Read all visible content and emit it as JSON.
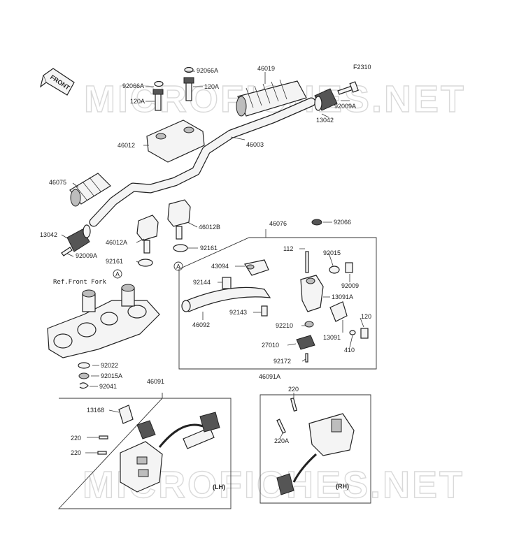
{
  "diagram": {
    "code": "F2310",
    "front_label": "FRONT",
    "watermark": "MICROFICHES.NET",
    "ref_note": "Ref.Front Fork",
    "circle_ref": "A",
    "side_lh": "(LH)",
    "side_rh": "(RH)"
  },
  "labels": {
    "p92066A_left": "92066A",
    "p92066A_right": "92066A",
    "p120A_left": "120A",
    "p120A_right": "120A",
    "p46019": "46019",
    "p92009A_right": "92009A",
    "p13042_right": "13042",
    "p46012": "46012",
    "p46003": "46003",
    "p46075": "46075",
    "p13042_left": "13042",
    "p92009A_left": "92009A",
    "p46012A": "46012A",
    "p46012B": "46012B",
    "p92161_left": "92161",
    "p92161_right": "92161",
    "p46076": "46076",
    "p92066": "92066",
    "p112": "112",
    "p92015": "92015",
    "p43094": "43094",
    "p92009": "92009",
    "p92144": "92144",
    "p13091A": "13091A",
    "p92143": "92143",
    "p46092": "46092",
    "p92210": "92210",
    "p120": "120",
    "p13091": "13091",
    "p410": "410",
    "p27010": "27010",
    "p92172": "92172",
    "p92022": "92022",
    "p92015A": "92015A",
    "p92041": "92041",
    "p46091": "46091",
    "p46091A": "46091A",
    "p13168": "13168",
    "p220_lh_a": "220",
    "p220_lh_b": "220",
    "p220_rh": "220",
    "p220A_rh": "220A"
  }
}
